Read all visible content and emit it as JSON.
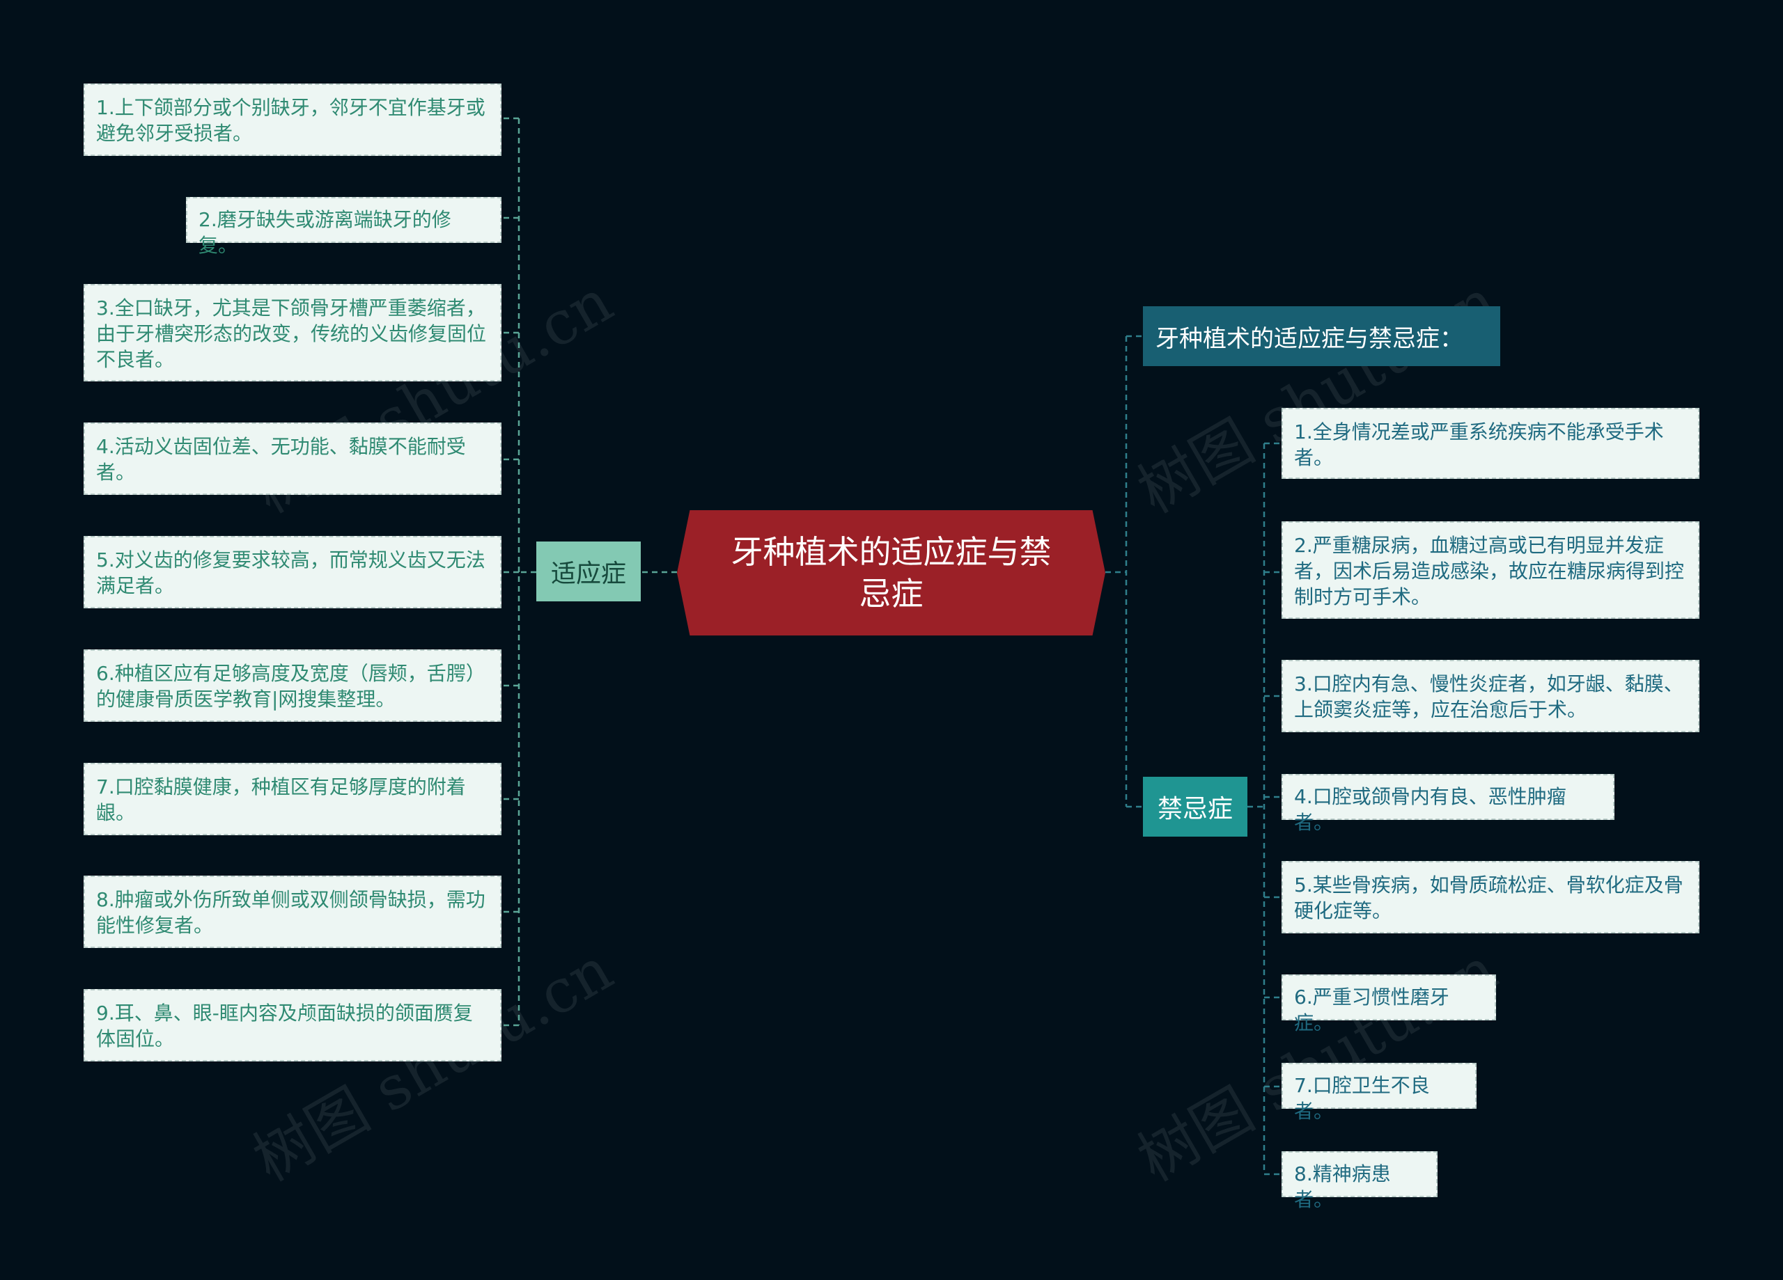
{
  "root": {
    "label": "牙种植术的适应症与禁忌症"
  },
  "branches": {
    "indications": {
      "label": "适应症"
    },
    "title_note": {
      "label": "牙种植术的适应症与禁忌症："
    },
    "contraindications": {
      "label": "禁忌症"
    }
  },
  "indications": [
    "1.上下颌部分或个别缺牙，邻牙不宜作基牙或避免邻牙受损者。",
    "2.磨牙缺失或游离端缺牙的修复。",
    "3.全口缺牙，尤其是下颌骨牙槽严重萎缩者，由于牙槽突形态的改变，传统的义齿修复固位不良者。",
    "4.活动义齿固位差、无功能、黏膜不能耐受者。",
    "5.对义齿的修复要求较高，而常规义齿又无法满足者。",
    "6.种植区应有足够高度及宽度（唇颊，舌腭）的健康骨质医学教育|网搜集整理。",
    "7.口腔黏膜健康，种植区有足够厚度的附着龈。",
    "8.肿瘤或外伤所致单侧或双侧颌骨缺损，需功能性修复者。",
    "9.耳、鼻、眼-眶内容及颅面缺损的颌面赝复体固位。"
  ],
  "contraindications": [
    "1.全身情况差或严重系统疾病不能承受手术者。",
    "2.严重糖尿病，血糖过高或已有明显并发症者，因术后易造成感染，故应在糖尿病得到控制时方可手术。",
    "3.口腔内有急、慢性炎症者，如牙龈、黏膜、上颌窦炎症等，应在治愈后于术。",
    "4.口腔或颌骨内有良、恶性肿瘤者。",
    "5.某些骨疾病，如骨质疏松症、骨软化症及骨硬化症等。",
    "6.严重习惯性磨牙症。",
    "7.口腔卫生不良者。",
    "8.精神病患者。"
  ],
  "watermarks": [
    "树图 shutu.cn",
    "树图 shutu.cn",
    "树图 shutu.cn",
    "树图 shutu.cn"
  ],
  "colors": {
    "background": "#02101a",
    "root": "#9b2027",
    "indications_branch": "#83c9b3",
    "title_branch": "#185f72",
    "contra_branch": "#1f9592",
    "leaf_bg": "#edf6f3",
    "connector": "#5aa596"
  }
}
